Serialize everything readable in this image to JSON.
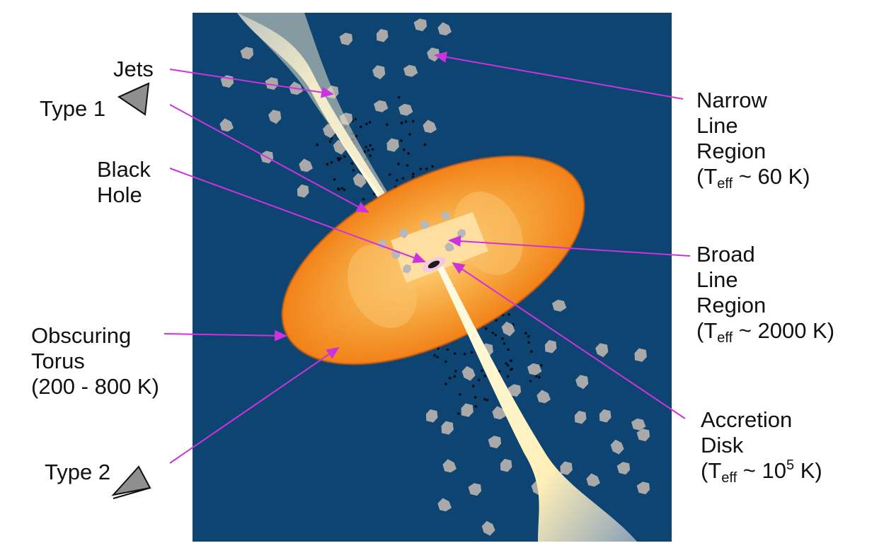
{
  "colors": {
    "background": "#0d4472",
    "arrow": "#cc33dd",
    "torus_outer": "#f07a10",
    "torus_inner": "#ffd178",
    "jet": "#fff4c8",
    "cloud": "#a9a9a9",
    "label_text": "#111111"
  },
  "labels": {
    "jets": "Jets",
    "type1": "Type 1",
    "black_hole": [
      "Black",
      "Hole"
    ],
    "obscuring_torus": [
      "Obscuring",
      "Torus",
      "(200 - 800 K)"
    ],
    "type2": "Type 2",
    "narrow_line_region": {
      "lines": [
        "Narrow",
        "Line",
        "Region"
      ],
      "temp_prefix": "(T",
      "temp_sub": "eff",
      "temp_value": " ~ 60 K)"
    },
    "broad_line_region": {
      "lines": [
        "Broad",
        "Line",
        "Region"
      ],
      "temp_prefix": "(T",
      "temp_sub": "eff",
      "temp_value": " ~ 2000 K)"
    },
    "accretion_disk": {
      "lines": [
        "Accretion",
        "Disk"
      ],
      "temp_prefix": "(T",
      "temp_sub": "eff",
      "temp_mid": " ~ 10",
      "temp_sup": "5",
      "temp_suffix": " K)"
    }
  },
  "icons": [
    "eye-type1-icon",
    "eye-type2-icon"
  ]
}
